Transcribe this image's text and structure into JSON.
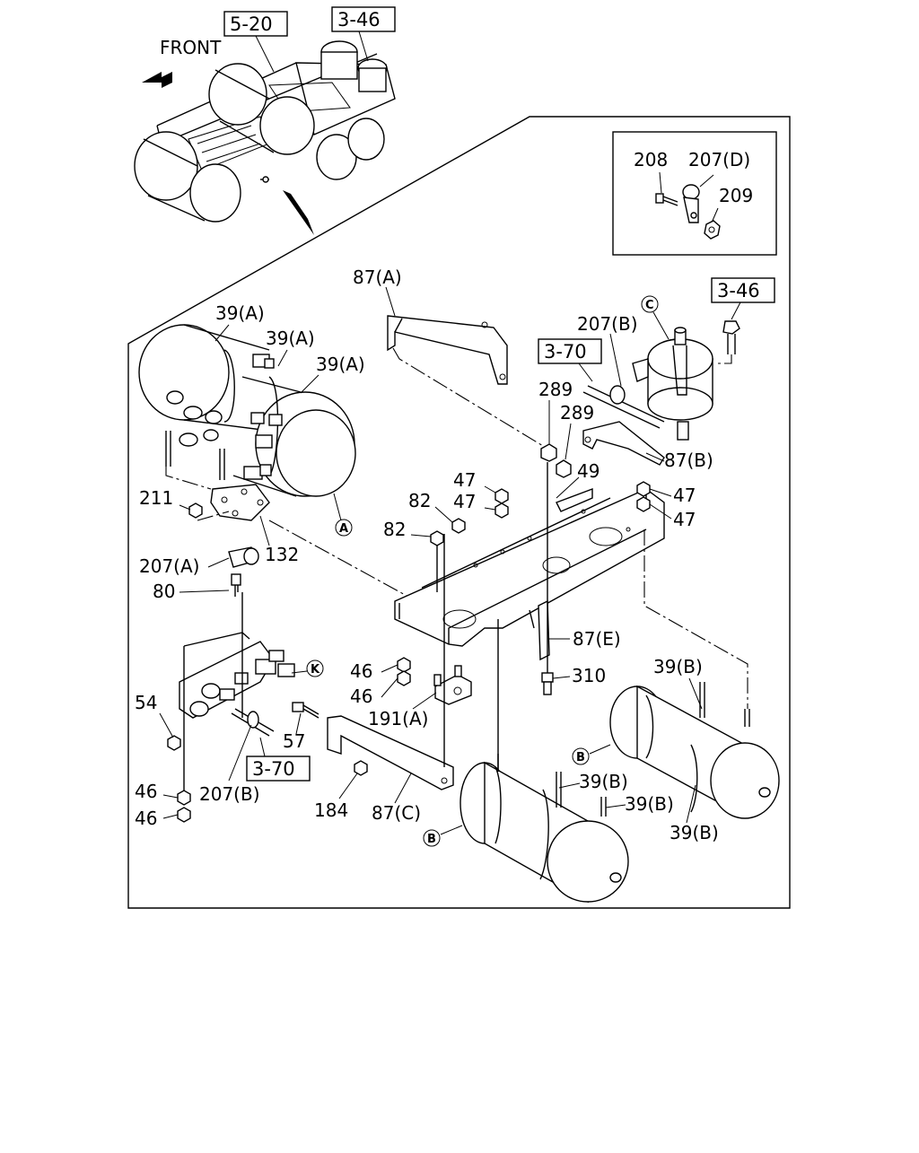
{
  "orientation": {
    "front_label": "FRONT"
  },
  "reference_boxes": [
    "5-20",
    "3-46",
    "3-46",
    "3-70",
    "3-70"
  ],
  "circle_markers": [
    "A",
    "B",
    "B",
    "C",
    "K"
  ],
  "inset_labels": [
    "208",
    "207(D)",
    "209"
  ],
  "callouts": [
    "87(A)",
    "39(A)",
    "39(A)",
    "39(A)",
    "207(B)",
    "289",
    "289",
    "87(B)",
    "211",
    "132",
    "207(A)",
    "80",
    "82",
    "82",
    "47",
    "47",
    "49",
    "47",
    "47",
    "87(E)",
    "310",
    "46",
    "46",
    "191(A)",
    "54",
    "57",
    "207(B)",
    "46",
    "46",
    "184",
    "87(C)",
    "39(B)",
    "39(B)",
    "39(B)",
    "39(B)"
  ]
}
